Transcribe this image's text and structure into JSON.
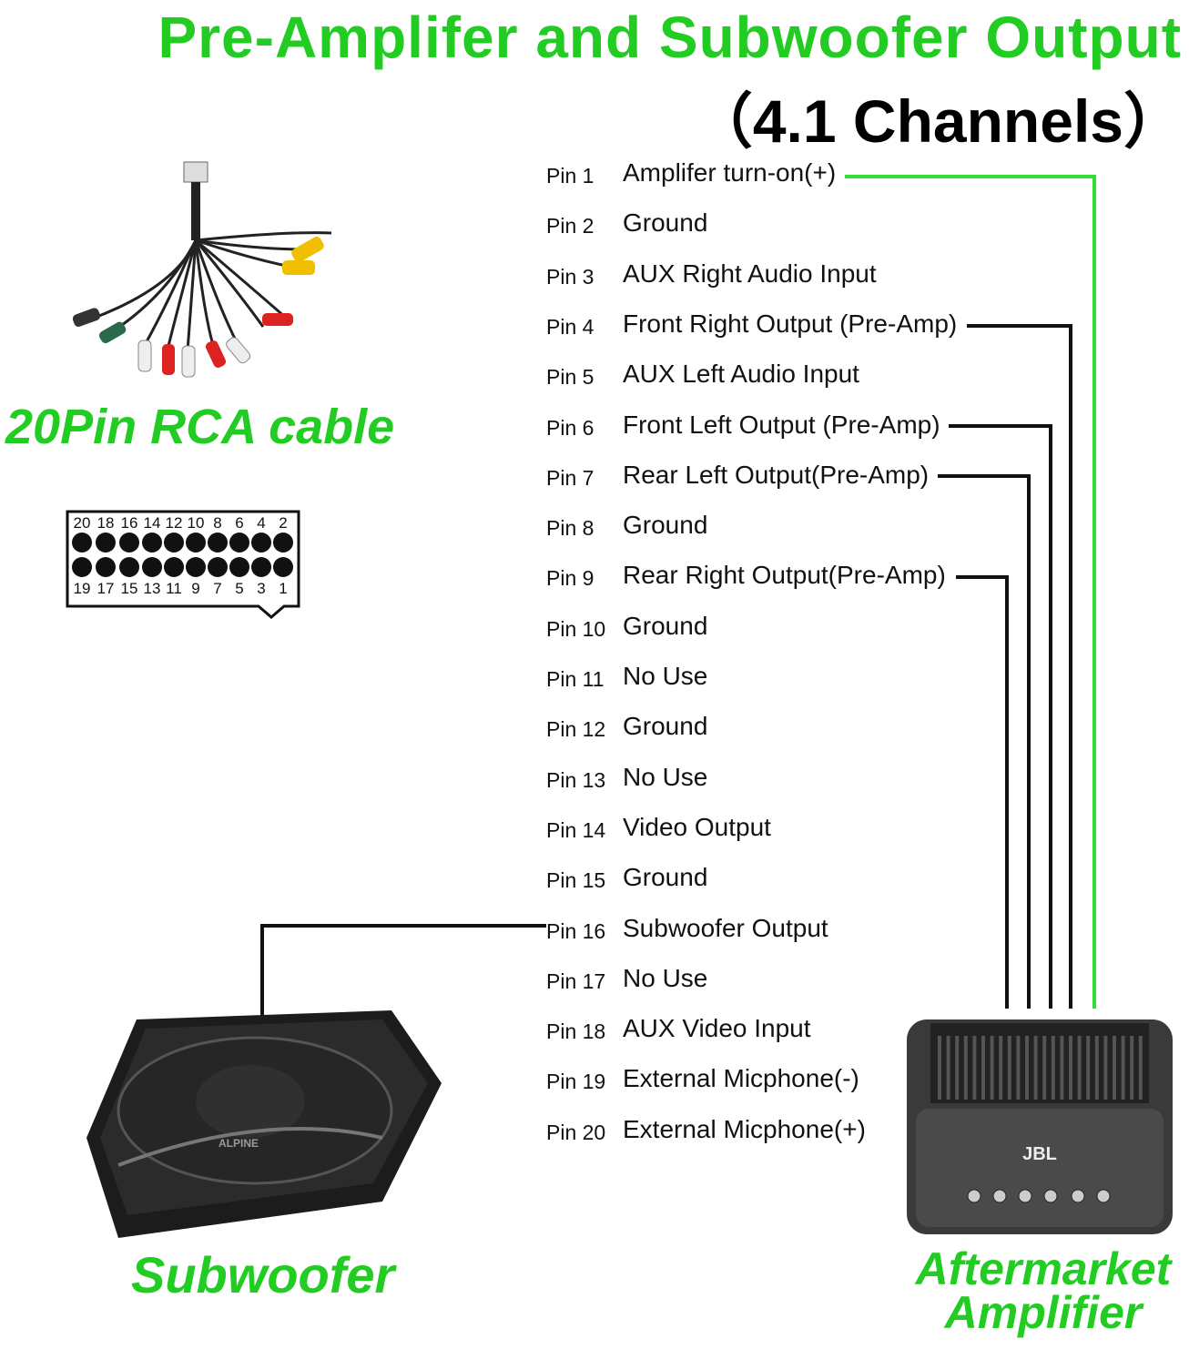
{
  "title": {
    "line1": "Pre-Amplifer and Subwoofer Output",
    "line2": "（4.1 Channels）"
  },
  "cable_label": "20Pin RCA cable",
  "connector": {
    "top_numbers": [
      "20",
      "18",
      "16",
      "14",
      "12",
      "10",
      "8",
      "6",
      "4",
      "2"
    ],
    "bottom_numbers": [
      "19",
      "17",
      "15",
      "13",
      "11",
      "9",
      "7",
      "5",
      "3",
      "1"
    ]
  },
  "pins": [
    {
      "pin": "Pin 1",
      "function": "Amplifer turn-on(+)"
    },
    {
      "pin": "Pin 2",
      "function": "Ground"
    },
    {
      "pin": "Pin 3",
      "function": "AUX Right Audio Input"
    },
    {
      "pin": "Pin 4",
      "function": "Front Right Output (Pre-Amp)"
    },
    {
      "pin": "Pin 5",
      "function": "AUX Left Audio Input"
    },
    {
      "pin": "Pin 6",
      "function": "Front Left Output (Pre-Amp)"
    },
    {
      "pin": "Pin 7",
      "function": "Rear Left Output(Pre-Amp)"
    },
    {
      "pin": "Pin 8",
      "function": "Ground"
    },
    {
      "pin": "Pin 9",
      "function": "Rear Right Output(Pre-Amp)"
    },
    {
      "pin": "Pin 10",
      "function": "Ground"
    },
    {
      "pin": "Pin 11",
      "function": "No Use"
    },
    {
      "pin": "Pin 12",
      "function": "Ground"
    },
    {
      "pin": "Pin 13",
      "function": "No Use"
    },
    {
      "pin": "Pin 14",
      "function": "Video Output"
    },
    {
      "pin": "Pin 15",
      "function": "Ground"
    },
    {
      "pin": "Pin 16",
      "function": "Subwoofer Output"
    },
    {
      "pin": "Pin 17",
      "function": "No Use"
    },
    {
      "pin": "Pin 18",
      "function": "AUX Video Input"
    },
    {
      "pin": "Pin 19",
      "function": "External Micphone(-)"
    },
    {
      "pin": "Pin 20",
      "function": "External Micphone(+)"
    }
  ],
  "subwoofer_label": "Subwoofer",
  "subwoofer_brand": "ALPINE",
  "amplifier_label": [
    "Aftermarket",
    "Amplifier"
  ],
  "amplifier_brand": "JBL",
  "colors": {
    "accent_green": "#22cc22",
    "wire_black": "#111111",
    "wire_green": "#33dd33"
  }
}
